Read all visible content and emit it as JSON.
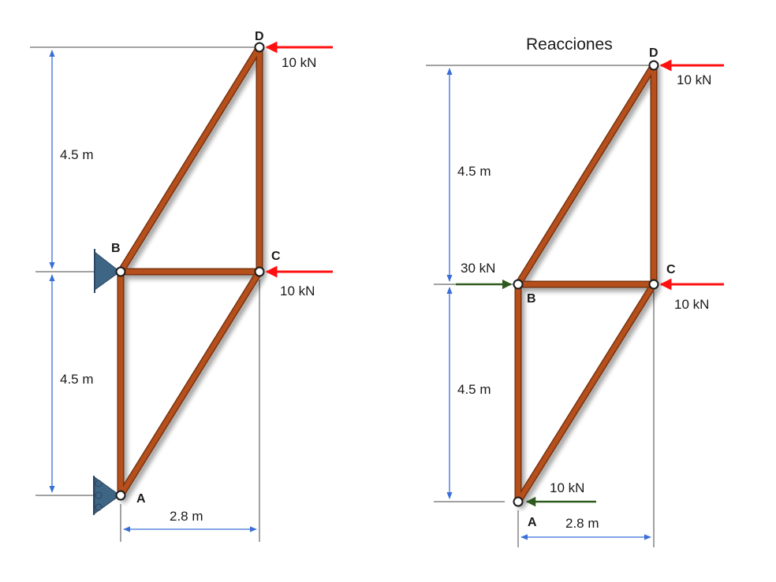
{
  "colors": {
    "member": "#b5501e",
    "member_edge": "#7a3210",
    "dimension": "#3a6fd8",
    "load_arrow": "#ff1010",
    "reaction_arrow": "#2f5a1e",
    "support": "#3f6585",
    "guide_line": "#444444"
  },
  "icons": {
    "pin_support": "pin-support-triangle-icon",
    "roller_support": "roller-support-icon",
    "joint": "joint-circle-icon"
  },
  "left": {
    "nodes": {
      "A": "A",
      "B": "B",
      "C": "C",
      "D": "D"
    },
    "dim_upper": "4.5 m",
    "dim_lower": "4.5 m",
    "dim_horizontal": "2.8 m",
    "load_D": "10 kN",
    "load_C": "10 kN"
  },
  "right": {
    "title": "Reacciones",
    "nodes": {
      "A": "A",
      "B": "B",
      "C": "C",
      "D": "D"
    },
    "dim_upper": "4.5 m",
    "dim_lower": "4.5 m",
    "dim_horizontal": "2.8 m",
    "load_D": "10 kN",
    "load_C": "10 kN",
    "reaction_B": "30 kN",
    "reaction_A": "10 kN"
  }
}
